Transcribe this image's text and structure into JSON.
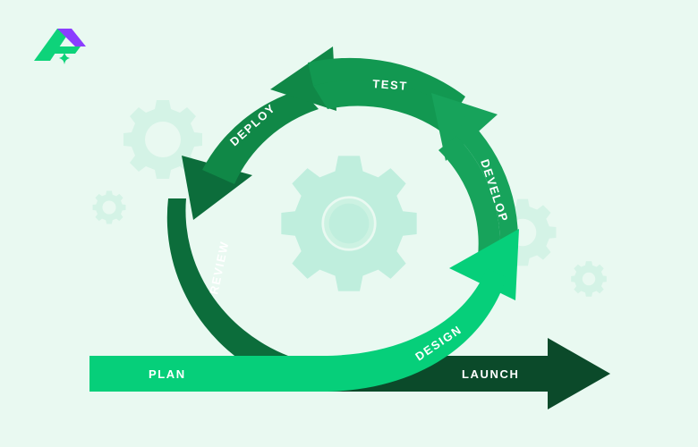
{
  "stages": {
    "plan": "PLAN",
    "design": "DESIGN",
    "develop": "DEVELOP",
    "test": "TEST",
    "deploy": "DEPLOY",
    "review": "REVIEW",
    "launch": "LAUNCH"
  },
  "colors": {
    "background": "#e9f9f1",
    "bright_green": "#06cf7a",
    "medium_green": "#17a35b",
    "mid_dark_green": "#108847",
    "dark_green": "#0c6d3b",
    "darkest_green": "#0b4a2a",
    "gear_light": "#bfeedd",
    "gear_faint": "#d4f3e6",
    "logo_green": "#0ed37a",
    "logo_purple": "#8b3dff"
  },
  "icons": {
    "logo": "brand-logo",
    "center_gear": "gear-icon",
    "decorative_gears": "gear-icon"
  }
}
